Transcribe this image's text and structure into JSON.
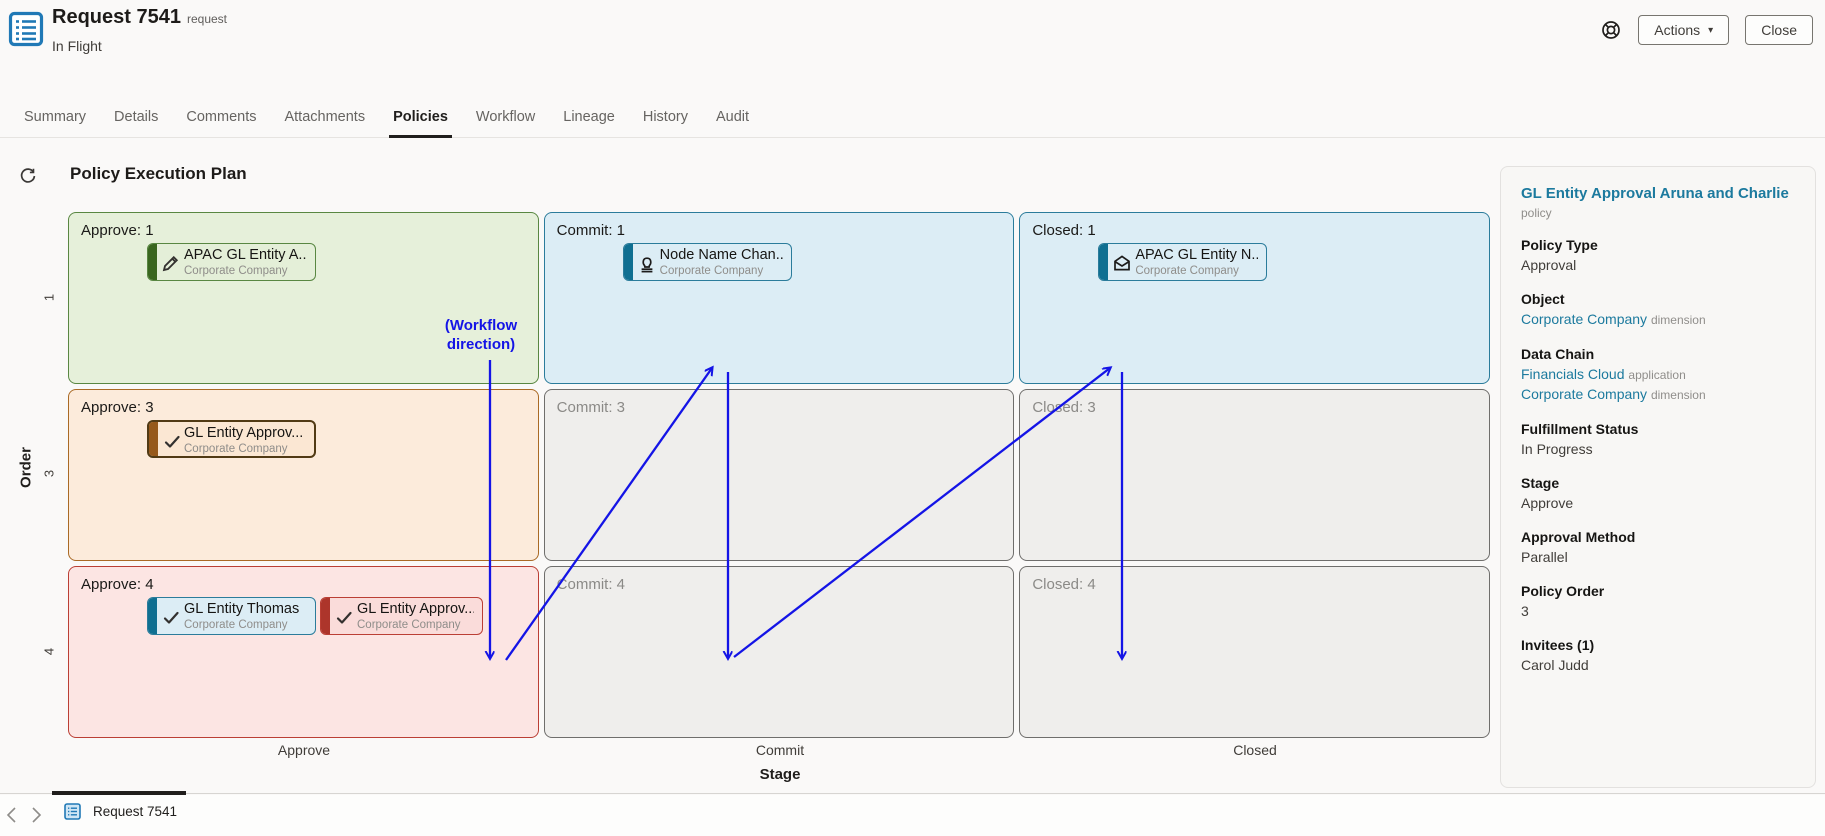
{
  "header": {
    "title": "Request 7541",
    "title_qualifier": "request",
    "status": "In Flight",
    "actions_label": "Actions",
    "close_label": "Close"
  },
  "tabs": [
    {
      "label": "Summary"
    },
    {
      "label": "Details"
    },
    {
      "label": "Comments"
    },
    {
      "label": "Attachments"
    },
    {
      "label": "Policies",
      "active": true
    },
    {
      "label": "Workflow"
    },
    {
      "label": "Lineage"
    },
    {
      "label": "History"
    },
    {
      "label": "Audit"
    }
  ],
  "plan": {
    "title": "Policy Execution Plan",
    "workflow_note_line1": "(Workflow",
    "workflow_note_line2": "direction)",
    "x_axis_title": "Stage",
    "y_axis_title": "Order",
    "column_labels": [
      "Approve",
      "Commit",
      "Closed"
    ],
    "row_labels": [
      "1",
      "3",
      "4"
    ],
    "cells": [
      {
        "label": "Approve: 1",
        "tone": "green"
      },
      {
        "label": "Commit: 1",
        "tone": "blue"
      },
      {
        "label": "Closed: 1",
        "tone": "blue"
      },
      {
        "label": "Approve: 3",
        "tone": "orange"
      },
      {
        "label": "Commit: 3",
        "tone": "gray"
      },
      {
        "label": "Closed: 3",
        "tone": "gray"
      },
      {
        "label": "Approve: 4",
        "tone": "red"
      },
      {
        "label": "Commit: 4",
        "tone": "gray"
      },
      {
        "label": "Closed: 4",
        "tone": "gray"
      }
    ],
    "cards": {
      "approve1": {
        "title": "APAC GL Entity A...",
        "subtitle": "Corporate Company",
        "icon": "pencil-icon"
      },
      "commit1": {
        "title": "Node Name Chan...",
        "subtitle": "Corporate Company",
        "icon": "stamp-icon"
      },
      "closed1": {
        "title": "APAC GL Entity N...",
        "subtitle": "Corporate Company",
        "icon": "envelope-icon"
      },
      "approve3": {
        "title": "GL Entity Approv...",
        "subtitle": "Corporate Company",
        "icon": "check-icon",
        "selected": true
      },
      "approve4a": {
        "title": "GL Entity Thomas",
        "subtitle": "Corporate Company",
        "icon": "check-icon"
      },
      "approve4b": {
        "title": "GL Entity Approv...",
        "subtitle": "Corporate Company",
        "icon": "check-icon"
      }
    }
  },
  "details_panel": {
    "title": "GL Entity Approval Aruna and Charlie",
    "subtitle": "policy",
    "fields": [
      {
        "label": "Policy Type",
        "value": "Approval"
      },
      {
        "label": "Object",
        "link1": "Corporate Company",
        "qualifier1": "dimension"
      },
      {
        "label": "Data Chain",
        "link1": "Financials Cloud",
        "qualifier1": "application",
        "link2": "Corporate Company",
        "qualifier2": "dimension"
      },
      {
        "label": "Fulfillment Status",
        "value": "In Progress"
      },
      {
        "label": "Stage",
        "value": "Approve"
      },
      {
        "label": "Approval Method",
        "value": "Parallel"
      },
      {
        "label": "Policy Order",
        "value": "3"
      },
      {
        "label": "Invitees (1)",
        "value": "Carol Judd"
      }
    ]
  },
  "footer": {
    "tab_label": "Request 7541"
  },
  "colors": {
    "accent_blue": "#1414e6",
    "link_teal": "#1c7a9e",
    "icon_blue": "#2079b6",
    "green_border": "#598742",
    "blue_border": "#2b7c9b",
    "orange_border": "#aa6a25",
    "red_border": "#bb3f35"
  }
}
